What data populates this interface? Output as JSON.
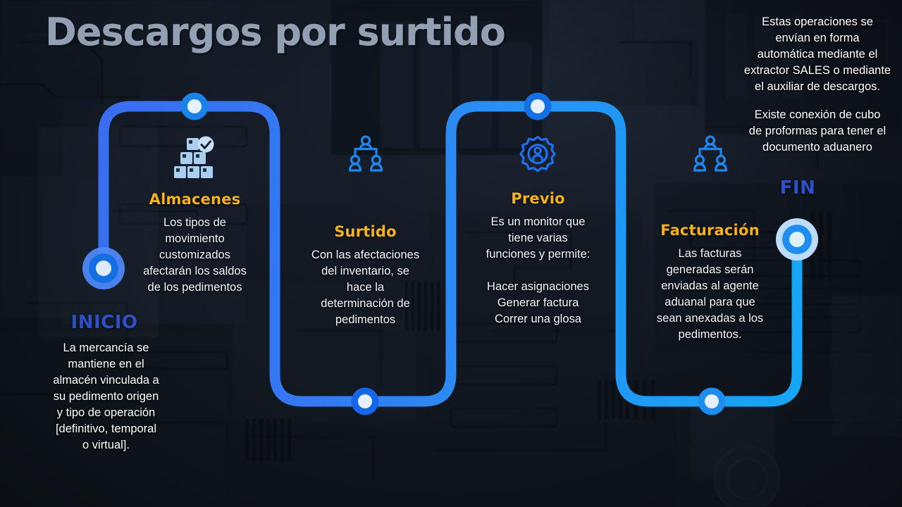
{
  "title": "Descargos por surtido",
  "endpoints": {
    "start": {
      "label": "INICIO",
      "color": "#2f4fc6"
    },
    "end": {
      "label": "FIN",
      "color": "#2f4fc6"
    }
  },
  "colors": {
    "accent_heading": "#f5b21a",
    "path_start": "#3a72f0",
    "path_end": "#17a6f5",
    "node_ring": "#1787e8",
    "node_core": "#dbeafe",
    "body_text": "#f2f5f8",
    "title_text": "#93a0b4",
    "background": "#161d29"
  },
  "start_note": {
    "name": "inicio-description",
    "text": "La mercancía se\nmantiene en el\nalmacén vinculada a\nsu pedimento origen\ny tipo de operación\n[definitivo, temporal\no virtual]."
  },
  "steps": [
    {
      "id": "almacenes",
      "title": "Almacenes",
      "body": "Los tipos de\nmovimiento\ncustomizados\nafectarán los saldos\nde los pedimentos",
      "icon": "boxes-check-icon"
    },
    {
      "id": "surtido",
      "title": "Surtido",
      "body": "Con las afectaciones\ndel inventario, se\nhace la\ndeterminación de\npedimentos",
      "icon": "org-chart-people-icon"
    },
    {
      "id": "previo",
      "title": "Previo",
      "body": "Es un monitor que\ntiene varias\nfunciones y permite:\n\nHacer asignaciones\nGenerar factura\nCorrer una glosa",
      "icon": "gear-user-icon"
    },
    {
      "id": "facturacion",
      "title": "Facturación",
      "body": "Las facturas\ngeneradas serán\nenviadas al agente\naduanal para que\nsean anexadas a los\npedimentos.",
      "icon": "org-chart-people-icon"
    }
  ],
  "side_notes": [
    {
      "id": "note-extractor",
      "text": "Estas operaciones se\nenvían en forma\nautomática mediante el\nextractor SALES o mediante\nel auxiliar de descargos."
    },
    {
      "id": "note-cubo",
      "text": "Existe conexión de cubo\nde proformas para tener el\ndocumento aduanero"
    }
  ]
}
